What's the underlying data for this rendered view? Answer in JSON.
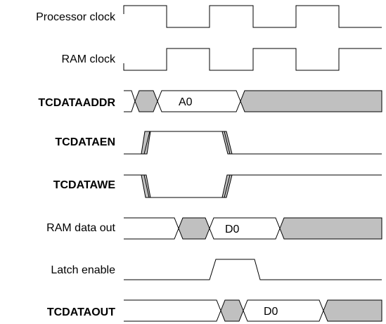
{
  "signals": [
    {
      "label": "Processor clock",
      "bold": false
    },
    {
      "label": "RAM clock",
      "bold": false
    },
    {
      "label": "TCDATAADDR",
      "bold": true,
      "value": "A0"
    },
    {
      "label": "TCDATAEN",
      "bold": true
    },
    {
      "label": "TCDATAWE",
      "bold": true
    },
    {
      "label": "RAM data out",
      "bold": false,
      "value": "D0"
    },
    {
      "label": "Latch enable",
      "bold": false
    },
    {
      "label": "TCDATAOUT",
      "bold": true,
      "value": "D0"
    }
  ],
  "colors": {
    "unknown_fill": "#c0c0c0",
    "line": "#000000"
  }
}
